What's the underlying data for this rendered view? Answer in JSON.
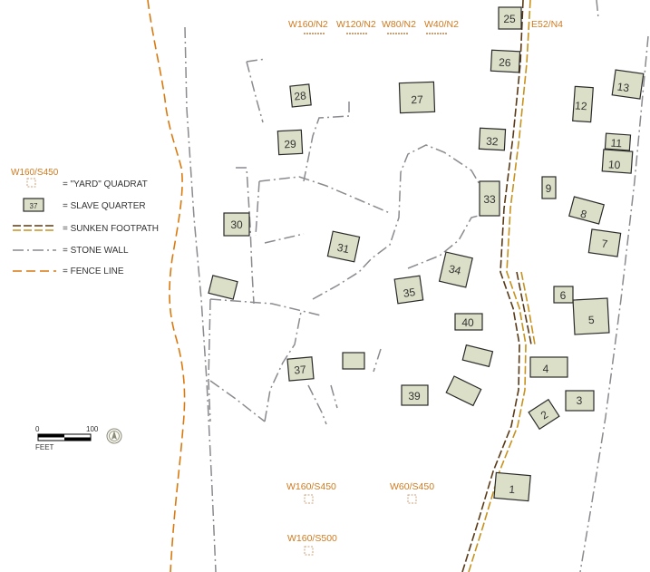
{
  "legend": {
    "yard_quadrat_sample": "W160/S450",
    "yard_quadrat": "= \"YARD\" QUADRAT",
    "slave_quarter_sample": "37",
    "slave_quarter": "= SLAVE QUARTER",
    "sunken_footpath": "= SUNKEN FOOTPATH",
    "stone_wall": "= STONE WALL",
    "fence_line": "= FENCE LINE"
  },
  "scale": {
    "start": "0",
    "end": "100",
    "unit": "FEET"
  },
  "quadrats": {
    "q1": "W160/N2",
    "q2": "W120/N2",
    "q3": "W80/N2",
    "q4": "W40/N2",
    "q5": "E52/N4",
    "q6": "W160/S450",
    "q7": "W60/S450",
    "q8": "W160/S500"
  },
  "quarters": {
    "n1": "1",
    "n2": "2",
    "n3": "3",
    "n4": "4",
    "n5": "5",
    "n6": "6",
    "n7": "7",
    "n8": "8",
    "n9": "9",
    "n10": "10",
    "n11": "11",
    "n12": "12",
    "n13": "13",
    "n25": "25",
    "n26": "26",
    "n27": "27",
    "n28": "28",
    "n29": "29",
    "n30": "30",
    "n31": "31",
    "n32": "32",
    "n33": "33",
    "n34": "34",
    "n35": "35",
    "n37": "37",
    "n39": "39",
    "n40": "40"
  }
}
